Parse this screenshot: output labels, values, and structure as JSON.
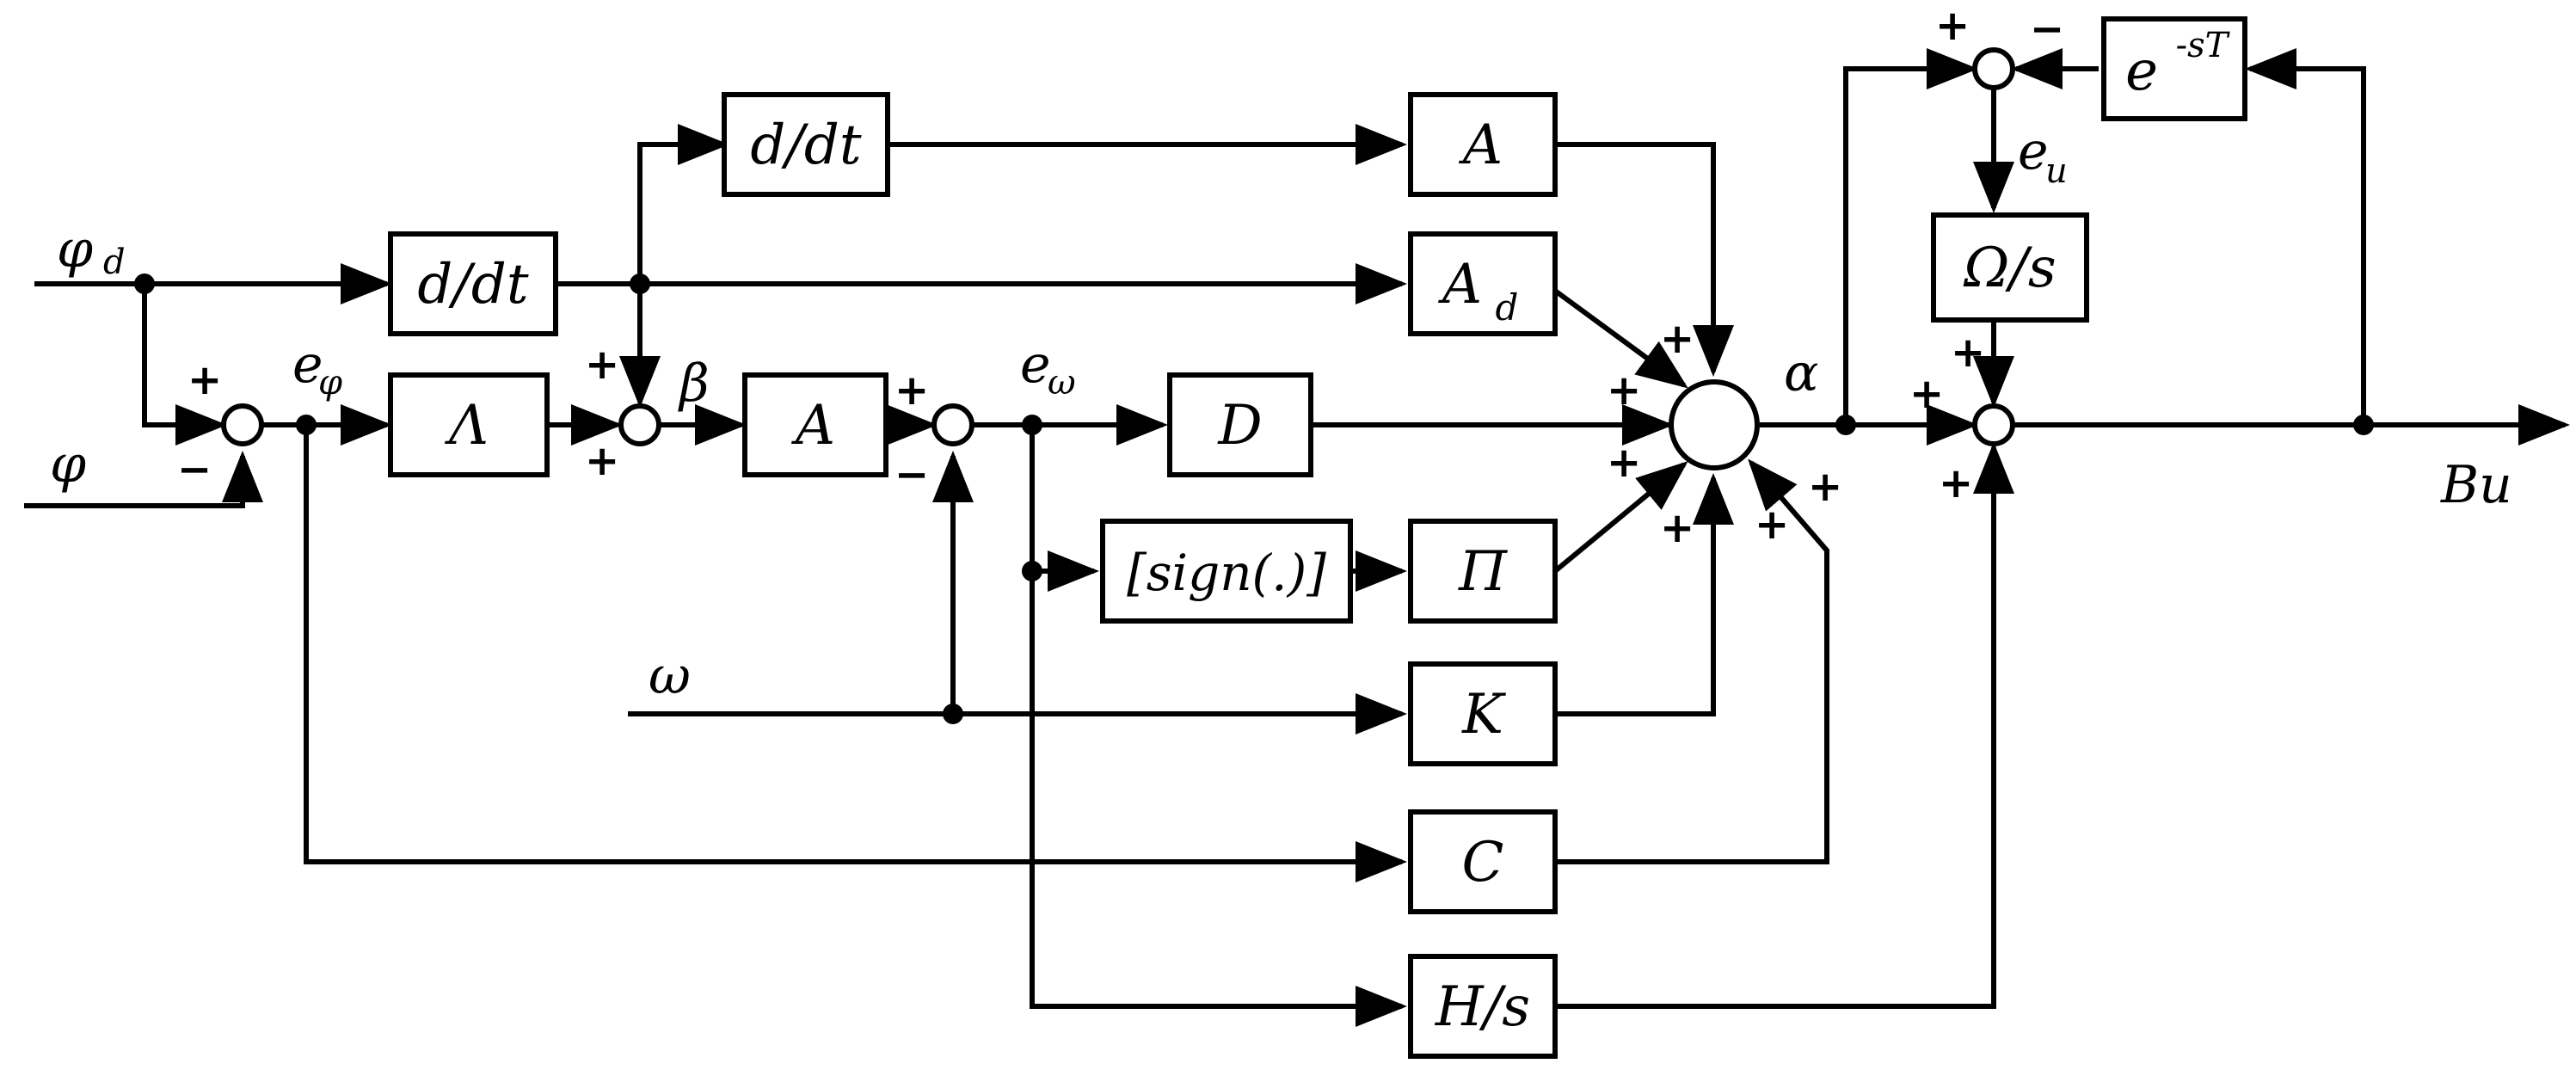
{
  "blocks": {
    "ddt_top": "d/dt",
    "ddt_mid": "d/dt",
    "a_top": "A",
    "ad_main": "A",
    "ad_sub": "d",
    "lambda": "Λ",
    "a_mid": "A",
    "d": "D",
    "sign": "[sign(.)]",
    "pi": "Π",
    "k": "K",
    "c": "C",
    "hs": "H/s",
    "omega_s": "Ω/s",
    "delay_base": "e",
    "delay_exp": "-sT"
  },
  "labels": {
    "phi_d_main": "φ",
    "phi_d_sub": "d",
    "phi": "φ",
    "e_phi_main": "e",
    "e_phi_sub": "φ",
    "beta": "β",
    "e_omega_main": "e",
    "e_omega_sub": "ω",
    "omega": "ω",
    "alpha": "α",
    "e_u_main": "e",
    "e_u_sub": "u",
    "bu": "Bu"
  },
  "signs": {
    "plus": "+",
    "minus": "−"
  }
}
